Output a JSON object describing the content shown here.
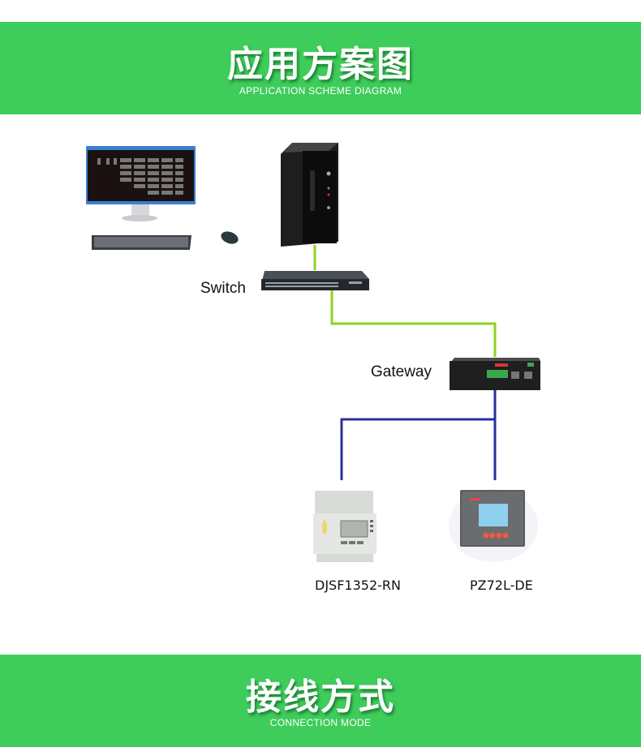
{
  "banners": {
    "top": {
      "title_cn": "应用方案图",
      "title_en": "APPLICATION SCHEME DIAGRAM"
    },
    "bottom": {
      "title_cn": "接线方式",
      "title_en": "CONNECTION MODE"
    }
  },
  "diagram": {
    "nodes": [
      {
        "id": "workstation",
        "label": ""
      },
      {
        "id": "server",
        "label": ""
      },
      {
        "id": "switch",
        "label": "Switch"
      },
      {
        "id": "gateway",
        "label": "Gateway"
      },
      {
        "id": "meter-1",
        "label": "DJSF1352-RN"
      },
      {
        "id": "meter-2",
        "label": "PZ72L-DE"
      }
    ],
    "links": [
      {
        "from": "server",
        "to": "switch",
        "type": "ethernet"
      },
      {
        "from": "switch",
        "to": "gateway",
        "type": "ethernet"
      },
      {
        "from": "gateway",
        "to": "meter-1",
        "type": "rs485"
      },
      {
        "from": "gateway",
        "to": "meter-2",
        "type": "rs485"
      }
    ],
    "colors": {
      "ethernet": "#8ed321",
      "rs485": "#2a2f9e",
      "banner": "#3ecc5a"
    }
  }
}
